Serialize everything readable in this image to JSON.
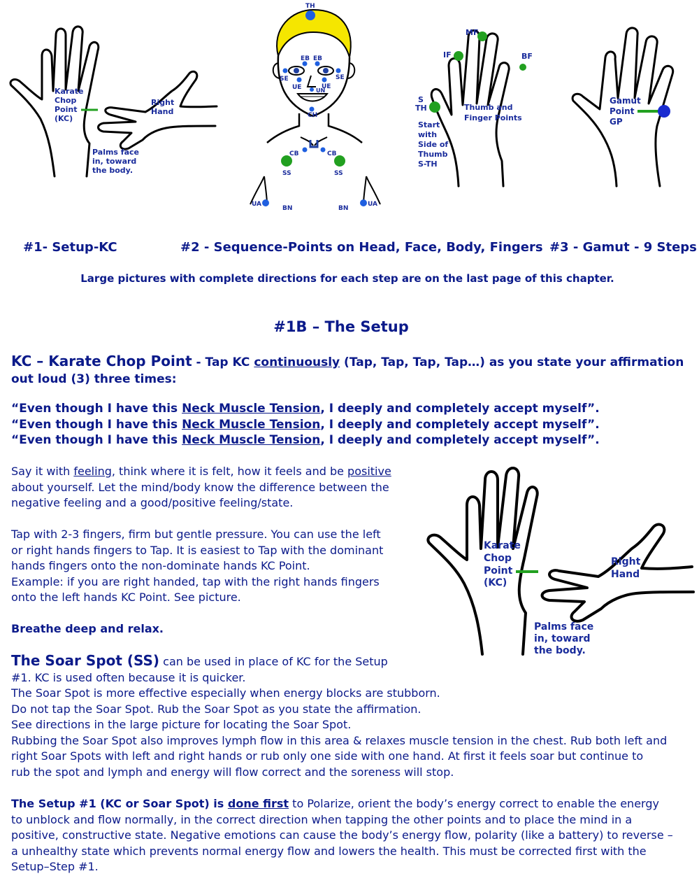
{
  "figures": {
    "fig1": {
      "label_kc": [
        "Karate",
        "Chop",
        "Point",
        "(KC)"
      ],
      "label_right_hand": [
        "Right",
        "Hand"
      ],
      "label_palms": [
        "Palms face",
        "in, toward",
        "the body."
      ]
    },
    "fig2": {
      "points": {
        "th": "TH",
        "eb_left": "EB",
        "eb_right": "EB",
        "se_left": "SE",
        "se_right": "SE",
        "ue_left": "UE",
        "ue_right": "UE",
        "un": "UN",
        "ch": "CH",
        "cb_left": "CB",
        "cb_right": "CB",
        "ss_left": "SS",
        "ss_right": "SS",
        "ua_left": "UA",
        "ua_right": "UA",
        "bn_left": "BN",
        "bn_right": "BN"
      }
    },
    "fig3": {
      "mf": "MF",
      "if": "IF",
      "bf": "BF",
      "s": "S",
      "th": "TH",
      "label_thumb": [
        "Thumb and",
        "Finger Points"
      ],
      "label_start": [
        "Start",
        "with",
        "Side of",
        "Thumb",
        "S-TH"
      ]
    },
    "fig4": {
      "label_gamut": [
        "Gamut",
        "Point",
        "GP"
      ]
    },
    "colors": {
      "navy": "#0b1a8a",
      "label_blue": "#1a2c9c",
      "green": "#22a020",
      "point_blue": "#1f5fe0",
      "hair_yellow": "#f5e600"
    }
  },
  "captions": {
    "c1": "#1- Setup-KC",
    "c2": "#2 - Sequence-Points on Head, Face, Body, Fingers",
    "c3": "#3 - Gamut - 9 Steps"
  },
  "note": "Large pictures with complete directions for each step are on the last page of this chapter.",
  "section_title": "#1B – The Setup",
  "kc_intro": {
    "term": "KC – Karate Chop Point",
    "part1": " - Tap KC ",
    "underlined": "continuously",
    "part2": " (Tap, Tap, Tap, Tap…) as you state your affirmation",
    "line2": "out loud (3) three times:"
  },
  "affirmation": {
    "before": "“Even though I have this ",
    "link": "Neck Muscle Tension",
    "after": ", I deeply and completely accept myself”."
  },
  "para_feeling": {
    "l1a": "Say it with ",
    "l1b": "feeling",
    "l1c": ", think where it is felt, how it feels and be ",
    "l1d": "positive",
    "l2": "about yourself. Let the mind/body know the difference between the",
    "l3": "negative feeling and a good/positive feeling/state."
  },
  "para_tap": [
    "Tap with 2-3 fingers, firm but gentle pressure. You can use the left",
    "or right hands fingers to Tap. It is easiest to Tap with the dominant",
    "hands fingers onto the non-dominate hands KC Point.",
    "Example: if you are right handed, tap with the right hands fingers",
    "onto the left hands KC Point.  See picture."
  ],
  "breathe": "Breathe deep and relax.",
  "soar": {
    "term": "The Soar Spot (SS)",
    "rest1": " can be used in place of KC for the Setup",
    "lines": [
      "#1.  KC is used often because it is quicker.",
      "The Soar Spot is more effective especially when energy blocks are stubborn.",
      "Do not tap the Soar Spot. Rub the Soar Spot as you state the affirmation.",
      "See directions in the large picture for locating the Soar Spot.",
      "Rubbing the Soar Spot also improves lymph flow in this area & relaxes muscle tension in the chest. Rub both left and",
      "right Soar Spots with left and right hands or rub only one side with one hand.  At first it feels soar but continue to",
      "rub the spot and lymph and energy will flow correct and the soreness will stop."
    ]
  },
  "setup_para": {
    "bold": "The Setup #1 (KC or Soar Spot) is ",
    "underlined": "done first",
    "l1rest": " to Polarize, orient the body’s energy correct to enable the energy",
    "lines": [
      "to unblock and flow normally, in the correct direction when tapping the other points and to place the mind in a",
      "positive, constructive state. Negative emotions can cause the body’s energy flow, polarity (like a battery) to reverse –",
      "a unhealthy state which prevents normal energy flow and lowers the health. This must be corrected first with the",
      "Setup–Step #1."
    ]
  }
}
